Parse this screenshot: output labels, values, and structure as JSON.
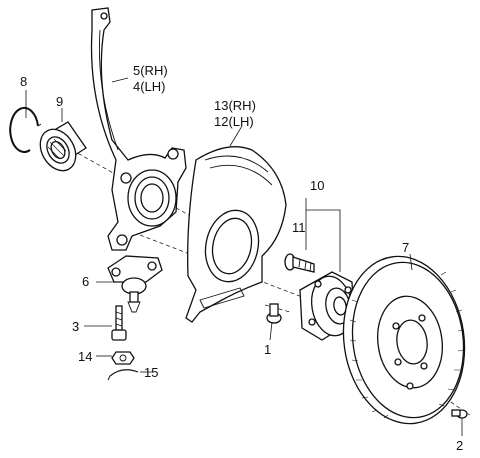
{
  "labels": {
    "p1": "1",
    "p2": "2",
    "p3": "3",
    "p4": "4(LH)",
    "p5": "5(RH)",
    "p6": "6",
    "p7": "7",
    "p8": "8",
    "p9": "9",
    "p10": "10",
    "p11": "11",
    "p12": "12(LH)",
    "p13": "13(RH)",
    "p14": "14",
    "p15": "15"
  }
}
